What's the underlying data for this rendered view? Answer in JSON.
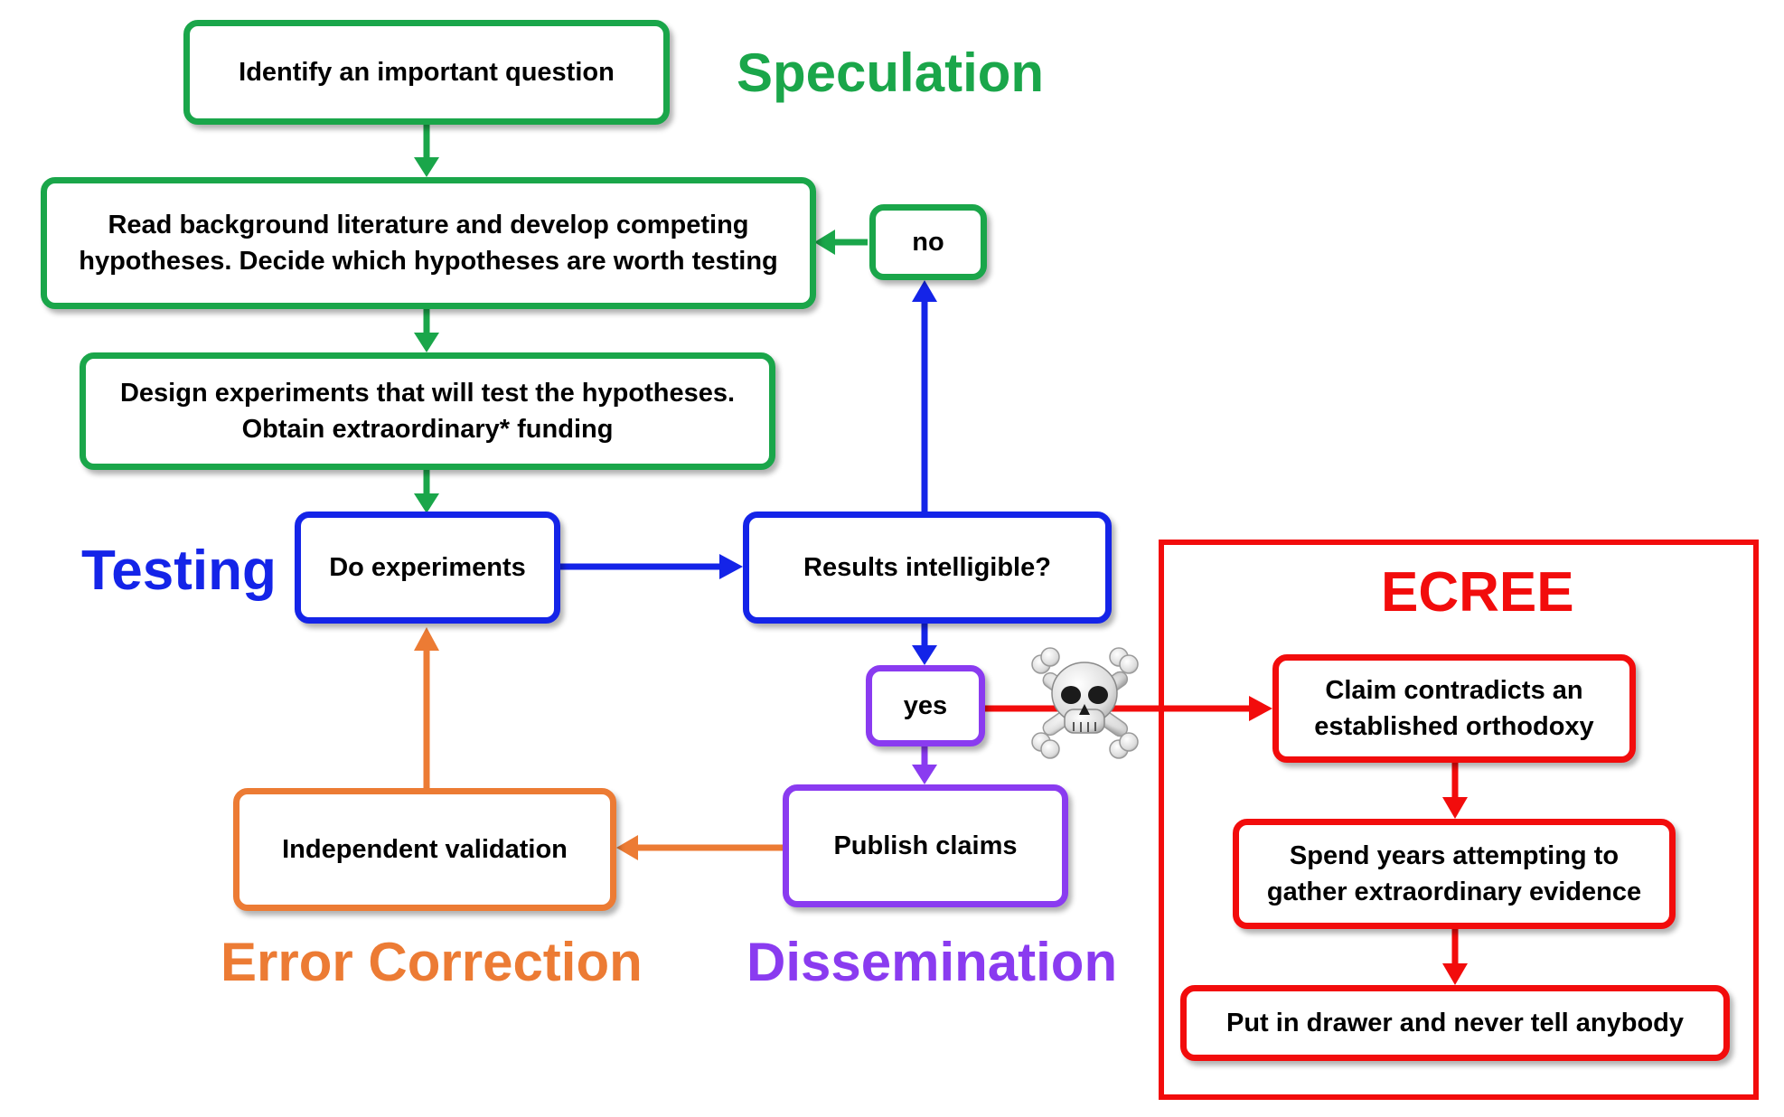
{
  "colors": {
    "speculation": "#1aa64a",
    "testing": "#1424e8",
    "dissemination": "#8a3bf0",
    "error_correction": "#ec7b34",
    "ecree": "#f20c0c"
  },
  "sections": {
    "speculation": "Speculation",
    "testing": "Testing",
    "error_correction": "Error Correction",
    "dissemination": "Dissemination",
    "ecree": "ECREE"
  },
  "nodes": {
    "identify": "Identify an important question",
    "read_line1": "Read background literature and develop competing",
    "read_line2": "hypotheses. Decide which hypotheses are worth testing",
    "design_line1": "Design experiments that will test the hypotheses.",
    "design_line2": "Obtain extraordinary* funding",
    "no": "no",
    "do_experiments": "Do experiments",
    "results": "Results intelligible?",
    "yes": "yes",
    "publish": "Publish claims",
    "validation": "Independent validation",
    "claim_line1": "Claim contradicts an",
    "claim_line2": "established orthodoxy",
    "spend_line1": "Spend years attempting to",
    "spend_line2": "gather extraordinary evidence",
    "drawer": "Put in drawer and never tell anybody"
  },
  "icons": {
    "danger": "skull-and-crossbones-icon"
  }
}
